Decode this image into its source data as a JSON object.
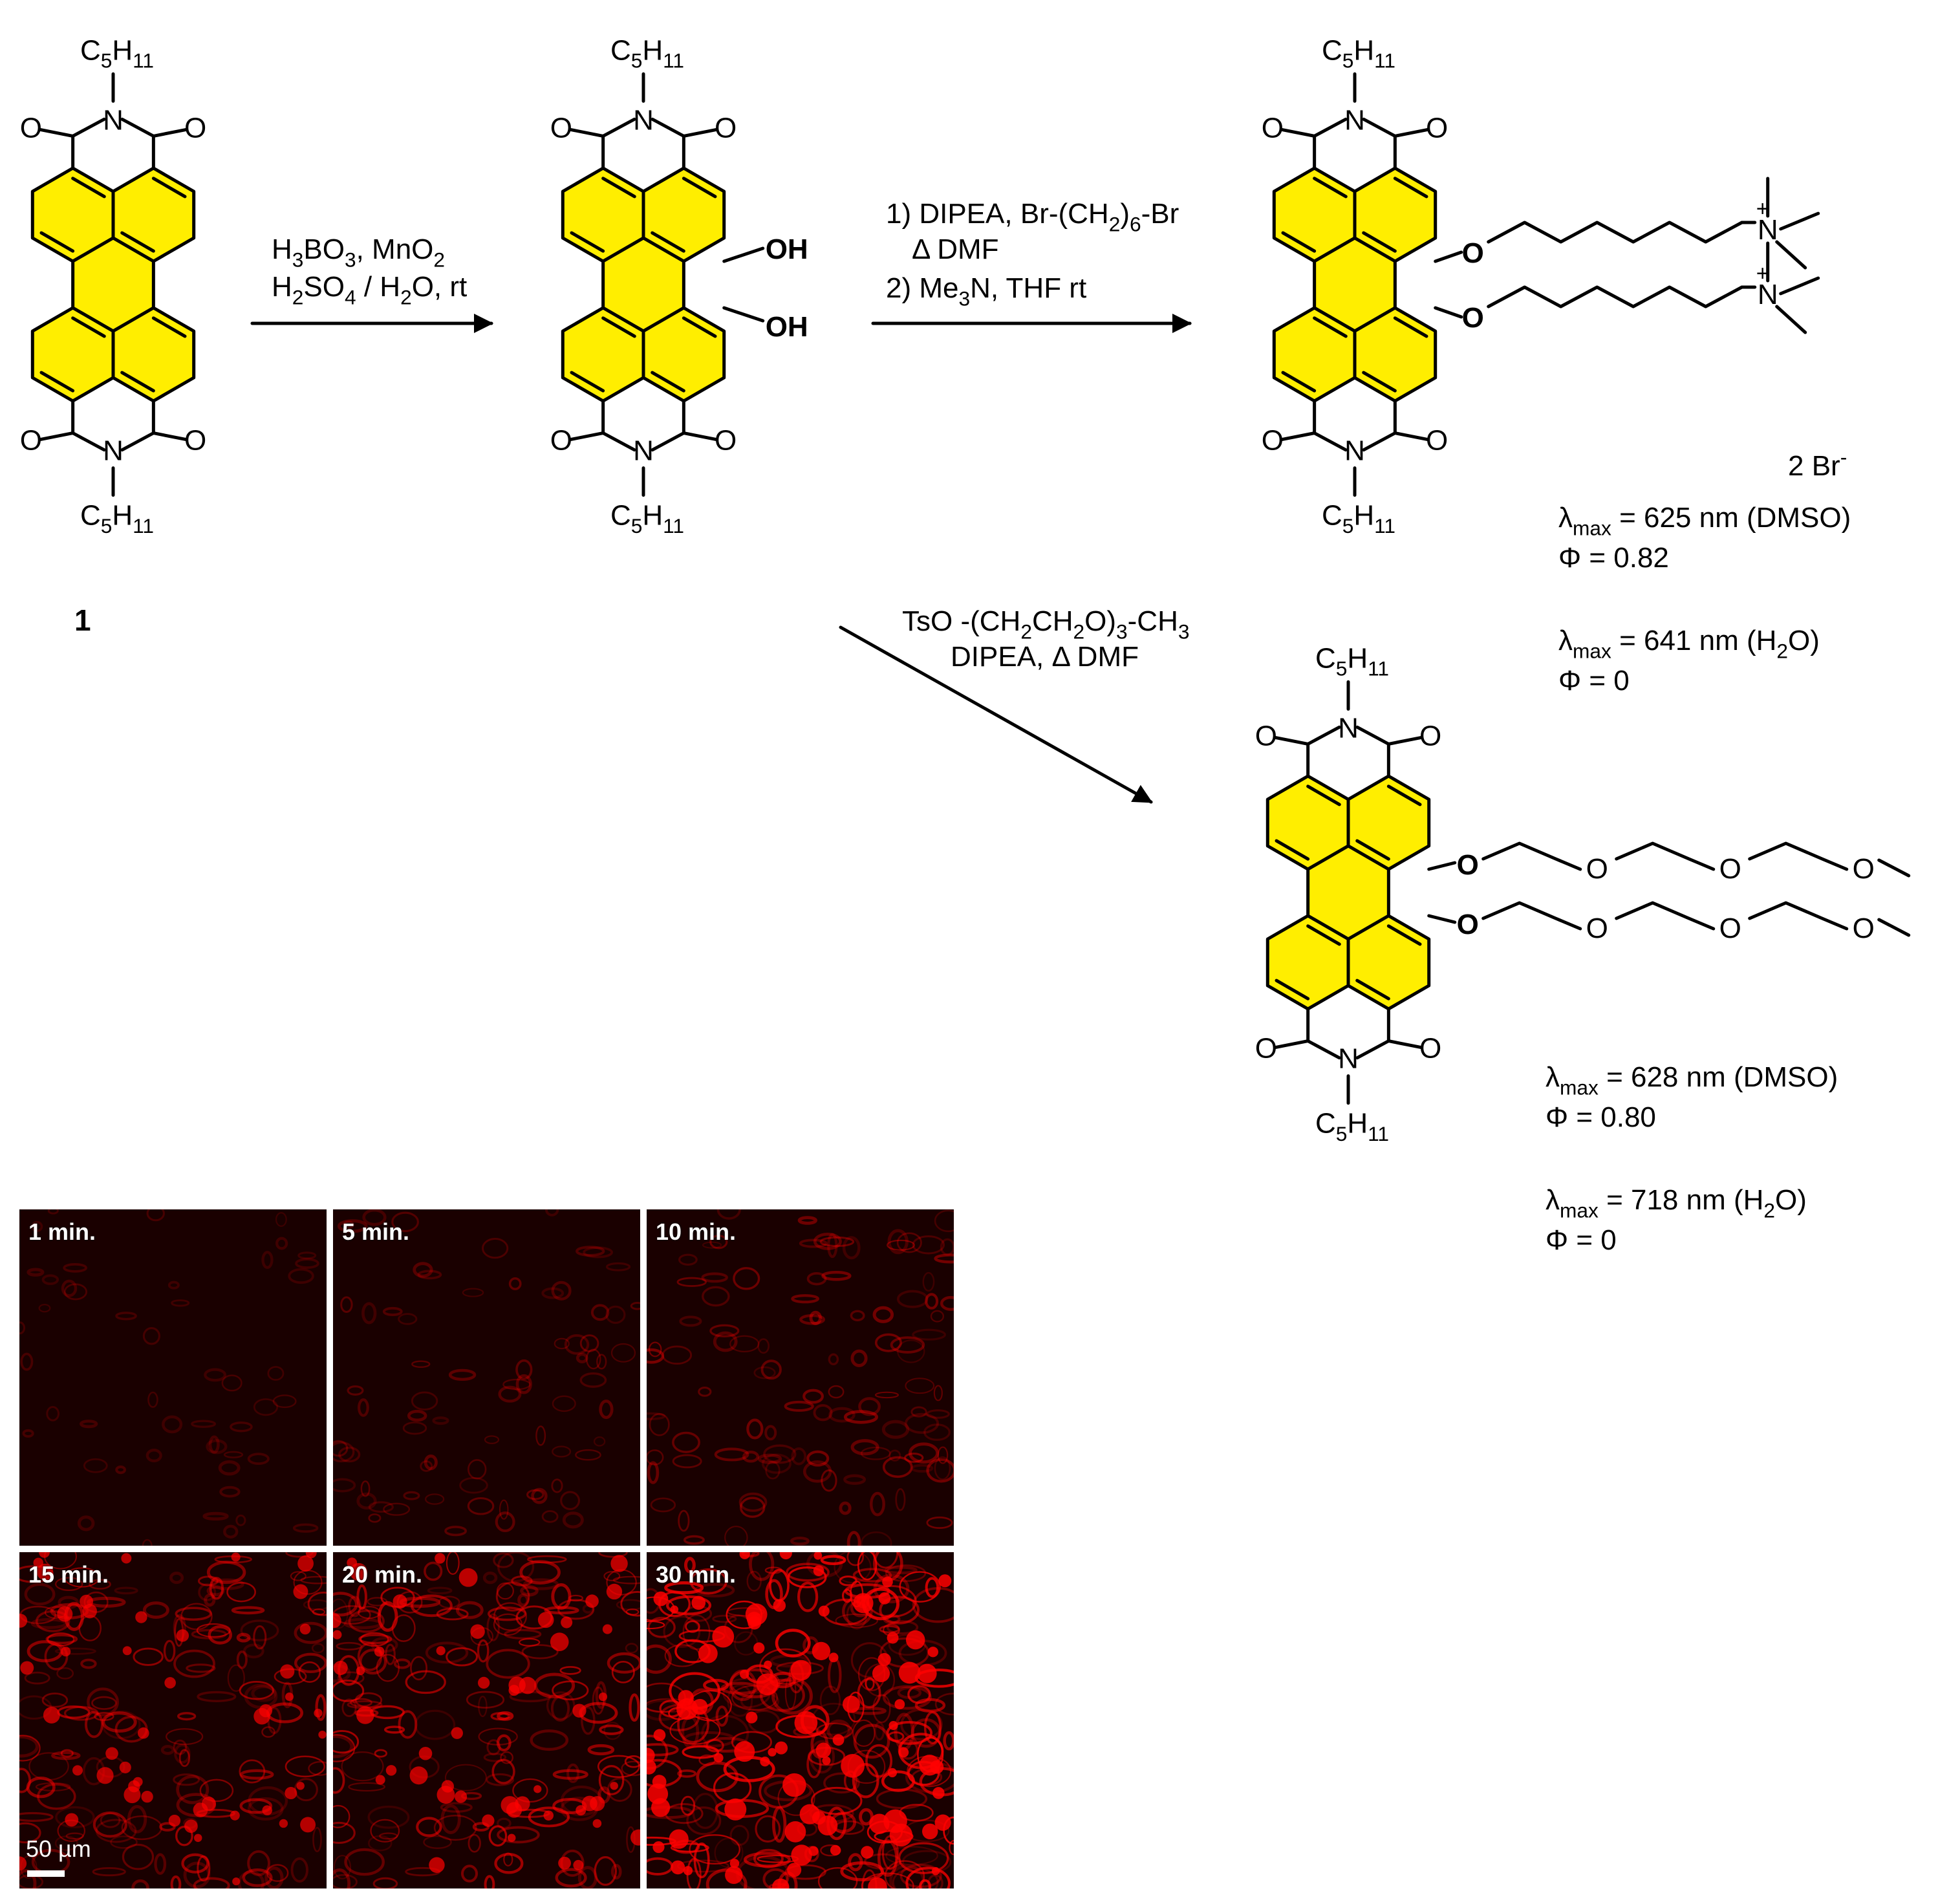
{
  "compound_1": {
    "label": "1",
    "alkyl": "C5H11"
  },
  "reaction_1": {
    "line1": "H3BO3, MnO2",
    "line2": "H2SO4 / H2O, rt"
  },
  "diol": {
    "oh_top": "OH",
    "oh_bottom": "OH"
  },
  "reaction_2": {
    "line1": "1) DIPEA, Br-(CH2)6-Br",
    "line2": "Δ DMF",
    "line3": "2) Me3N, THF rt"
  },
  "reaction_3": {
    "line1": "TsO -(CH2CH2O)3-CH3",
    "line2": "DIPEA, Δ DMF"
  },
  "ammonium_product": {
    "counterion": "2 Br-",
    "dmso": {
      "lambda": "λmax = 625 nm (DMSO)",
      "phi": "Φ = 0.82"
    },
    "water": {
      "lambda": "λmax = 641 nm (H2O)",
      "phi": "Φ = 0"
    }
  },
  "peg_product": {
    "dmso": {
      "lambda": "λmax = 628 nm (DMSO)",
      "phi": "Φ = 0.80"
    },
    "water": {
      "lambda": "λmax = 718 nm (H2O)",
      "phi": "Φ = 0"
    }
  },
  "atoms": {
    "oxygen": "O",
    "nitrogen": "N",
    "plus": "+"
  },
  "microscopy": {
    "panels": [
      "1 min.",
      "5 min.",
      "10 min.",
      "15 min.",
      "20 min.",
      "30 min."
    ],
    "intensity": [
      0.08,
      0.2,
      0.35,
      0.55,
      0.62,
      0.9
    ],
    "scale_bar": "50 µm"
  },
  "colors": {
    "core": "#ffee00",
    "hetero_o": "#0000ff",
    "fluorescence": "#ff0000"
  }
}
